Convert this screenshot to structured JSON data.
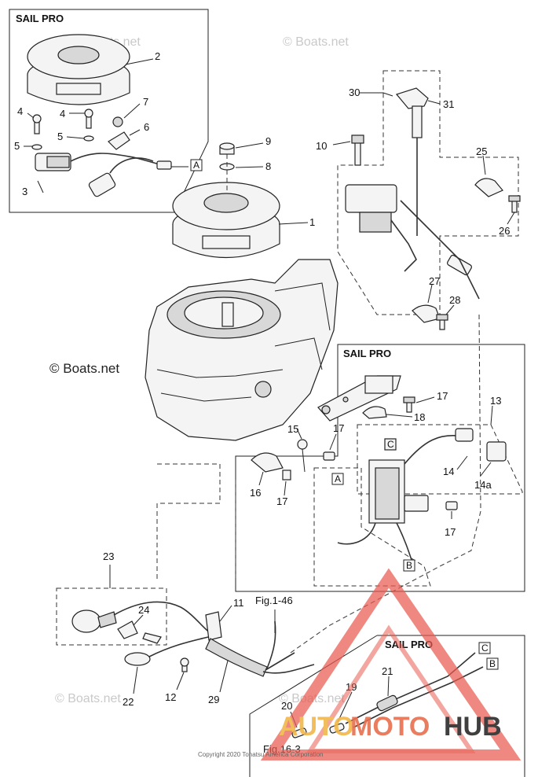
{
  "diagram": {
    "headers": {
      "sail_pro_1": "SAIL PRO",
      "sail_pro_2": "SAIL PRO",
      "sail_pro_3": "SAIL PRO"
    },
    "watermarks": {
      "boats_net": "© Boats.net"
    },
    "copyright": "Copyright 2020 Tohatsu America Corporation",
    "refs": {
      "fig1": "Fig.1-46",
      "fig2": "Fig.16-3"
    },
    "connectors": {
      "A": "A",
      "B": "B",
      "C": "C"
    },
    "logo": {
      "part1": "AUTO",
      "part2": "MOTO",
      "part3": "HUB"
    },
    "callouts": {
      "c1": "1",
      "c2": "2",
      "c3": "3",
      "c4a": "4",
      "c4b": "4",
      "c5a": "5",
      "c5b": "5",
      "c6": "6",
      "c7": "7",
      "c8": "8",
      "c9": "9",
      "c10": "10",
      "c11": "11",
      "c12": "12",
      "c13": "13",
      "c14": "14",
      "c14a": "14a",
      "c15": "15",
      "c16": "16",
      "c17a": "17",
      "c17b": "17",
      "c17c": "17",
      "c17d": "17",
      "c18": "18",
      "c19": "19",
      "c20": "20",
      "c21": "21",
      "c22": "22",
      "c23": "23",
      "c24": "24",
      "c25": "25",
      "c26": "26",
      "c27": "27",
      "c28": "28",
      "c29": "29",
      "c30": "30",
      "c31": "31"
    }
  }
}
